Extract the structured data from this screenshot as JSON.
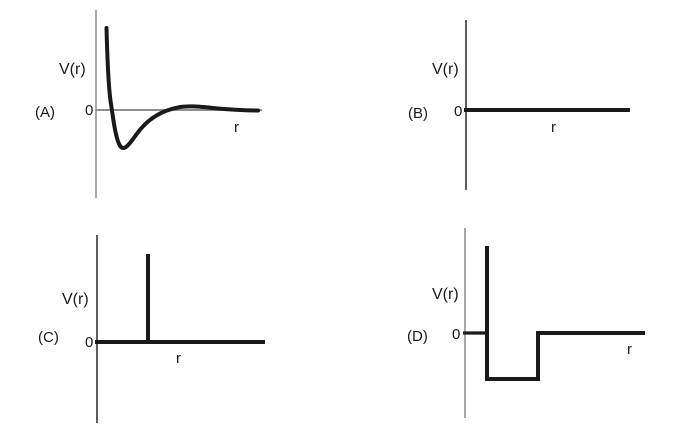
{
  "figure": {
    "title": "",
    "background_color": "#ffffff",
    "curve_color": "#1a1a1a",
    "axis_color": "#808080",
    "text_color": "#1a1a1a",
    "panel_count": 4
  },
  "panels": [
    {
      "id": "A",
      "label": "(A)",
      "y_axis_label": "V(r)",
      "x_axis_label": "r",
      "zero_label": "0",
      "potential_type": "lennard-jones",
      "description": "Lennard-Jones type potential: steep repulsive core, attractive minimum, asymptotic approach to zero"
    },
    {
      "id": "B",
      "label": "(B)",
      "y_axis_label": "V(r)",
      "x_axis_label": "r",
      "zero_label": "0",
      "potential_type": "zero-potential",
      "description": "Flat potential identically zero for all r (free particle)"
    },
    {
      "id": "C",
      "label": "(C)",
      "y_axis_label": "V(r)",
      "x_axis_label": "r",
      "zero_label": "0",
      "potential_type": "delta-spike",
      "description": "Zero potential with a single positive delta-function spike at finite r"
    },
    {
      "id": "D",
      "label": "(D)",
      "y_axis_label": "V(r)",
      "x_axis_label": "r",
      "zero_label": "0",
      "potential_type": "hard-core-square-well",
      "description": "Infinite hard-core wall followed by a finite square well, then zero"
    }
  ],
  "chart_data": {
    "type": "line",
    "title": "",
    "xlabel": "r",
    "ylabel": "V(r)",
    "grid": false,
    "legend": false,
    "subplots": [
      {
        "panel": "A",
        "label": "(A)",
        "type": "line",
        "name": "Lennard-Jones potential",
        "xlim": [
          0,
          1
        ],
        "ylim": [
          -1,
          1
        ],
        "axis_zero_y": 0,
        "annotations": [
          "0",
          "V(r)",
          "r"
        ],
        "points": [
          {
            "r": 0.065,
            "V": 0.92
          },
          {
            "r": 0.07,
            "V": 0.6
          },
          {
            "r": 0.076,
            "V": 0.28
          },
          {
            "r": 0.082,
            "V": 0.04
          },
          {
            "r": 0.09,
            "V": -0.22
          },
          {
            "r": 0.105,
            "V": -0.45
          },
          {
            "r": 0.125,
            "V": -0.52
          },
          {
            "r": 0.15,
            "V": -0.48
          },
          {
            "r": 0.2,
            "V": -0.33
          },
          {
            "r": 0.27,
            "V": -0.18
          },
          {
            "r": 0.35,
            "V": -0.09
          },
          {
            "r": 0.45,
            "V": -0.04
          },
          {
            "r": 0.6,
            "V": -0.015
          },
          {
            "r": 0.8,
            "V": -0.005
          },
          {
            "r": 1.0,
            "V": 0.0
          }
        ]
      },
      {
        "panel": "B",
        "label": "(B)",
        "type": "line",
        "name": "Zero potential",
        "xlim": [
          0,
          1
        ],
        "ylim": [
          -1,
          1
        ],
        "axis_zero_y": 0,
        "annotations": [
          "0",
          "V(r)",
          "r"
        ],
        "points": [
          {
            "r": 0.0,
            "V": 0.0
          },
          {
            "r": 1.0,
            "V": 0.0
          }
        ]
      },
      {
        "panel": "C",
        "label": "(C)",
        "type": "line",
        "name": "Delta-function spike potential",
        "xlim": [
          0,
          1
        ],
        "ylim": [
          -1,
          1
        ],
        "axis_zero_y": 0,
        "spike_position": 0.3,
        "spike_height": 1.0,
        "annotations": [
          "0",
          "V(r)",
          "r"
        ],
        "points": [
          {
            "r": 0.0,
            "V": 0.0
          },
          {
            "r": 0.3,
            "V": 0.0
          },
          {
            "r": 0.3,
            "V": 1.0
          },
          {
            "r": 0.3,
            "V": 0.0
          },
          {
            "r": 1.0,
            "V": 0.0
          }
        ]
      },
      {
        "panel": "D",
        "label": "(D)",
        "type": "line",
        "name": "Hard core plus square well",
        "xlim": [
          0,
          1
        ],
        "ylim": [
          -1,
          1
        ],
        "axis_zero_y": 0,
        "well_start": 0.125,
        "well_end": 0.41,
        "well_depth": -0.55,
        "wall_height": 1.0,
        "annotations": [
          "0",
          "V(r)",
          "r"
        ],
        "points": [
          {
            "r": 0.125,
            "V": 1.0
          },
          {
            "r": 0.125,
            "V": -0.55
          },
          {
            "r": 0.41,
            "V": -0.55
          },
          {
            "r": 0.41,
            "V": 0.0
          },
          {
            "r": 1.0,
            "V": 0.0
          }
        ]
      }
    ]
  }
}
